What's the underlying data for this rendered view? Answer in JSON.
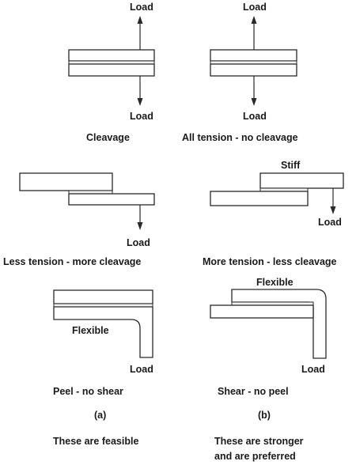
{
  "colors": {
    "ink": "#2a2a2a",
    "adhesive": "#f2f2f2"
  },
  "panels": {
    "cleavage": {
      "top_load": "Load",
      "bottom_load": "Load",
      "caption": "Cleavage"
    },
    "all_tension": {
      "top_load": "Load",
      "bottom_load": "Load",
      "caption": "All tension - no cleavage"
    },
    "less_tension": {
      "load": "Load",
      "caption": "Less tension - more cleavage"
    },
    "more_tension": {
      "stiff": "Stiff",
      "load": "Load",
      "caption": "More tension - less cleavage"
    },
    "peel": {
      "flexible": "Flexible",
      "load": "Load",
      "caption": "Peel - no shear",
      "marker": "(a)",
      "summary": "These are feasible"
    },
    "shear": {
      "flexible": "Flexible",
      "load": "Load",
      "caption": "Shear - no peel",
      "marker": "(b)",
      "summary_line1": "These are stronger",
      "summary_line2": "and are preferred"
    }
  }
}
